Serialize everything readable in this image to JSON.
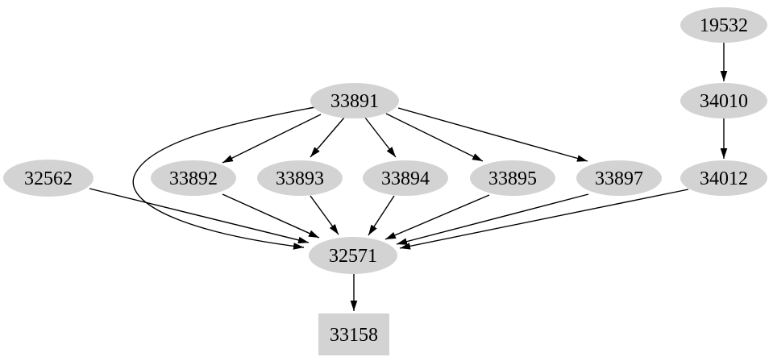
{
  "diagram": {
    "type": "directed-graph",
    "background_color": "#ffffff",
    "node_fill_color": "#d3d3d3",
    "node_text_color": "#000000",
    "edge_color": "#000000",
    "nodes": [
      {
        "id": "19532",
        "label": "19532",
        "shape": "ellipse"
      },
      {
        "id": "34010",
        "label": "34010",
        "shape": "ellipse"
      },
      {
        "id": "34012",
        "label": "34012",
        "shape": "ellipse"
      },
      {
        "id": "33891",
        "label": "33891",
        "shape": "ellipse"
      },
      {
        "id": "32562",
        "label": "32562",
        "shape": "ellipse"
      },
      {
        "id": "33892",
        "label": "33892",
        "shape": "ellipse"
      },
      {
        "id": "33893",
        "label": "33893",
        "shape": "ellipse"
      },
      {
        "id": "33894",
        "label": "33894",
        "shape": "ellipse"
      },
      {
        "id": "33895",
        "label": "33895",
        "shape": "ellipse"
      },
      {
        "id": "33897",
        "label": "33897",
        "shape": "ellipse"
      },
      {
        "id": "32571",
        "label": "32571",
        "shape": "ellipse"
      },
      {
        "id": "33158",
        "label": "33158",
        "shape": "box"
      }
    ],
    "edges": [
      {
        "from": "19532",
        "to": "34010"
      },
      {
        "from": "34010",
        "to": "34012"
      },
      {
        "from": "34012",
        "to": "32571"
      },
      {
        "from": "33891",
        "to": "33892"
      },
      {
        "from": "33891",
        "to": "33893"
      },
      {
        "from": "33891",
        "to": "33894"
      },
      {
        "from": "33891",
        "to": "33895"
      },
      {
        "from": "33891",
        "to": "33897"
      },
      {
        "from": "33891",
        "to": "32571"
      },
      {
        "from": "32562",
        "to": "32571"
      },
      {
        "from": "33892",
        "to": "32571"
      },
      {
        "from": "33893",
        "to": "32571"
      },
      {
        "from": "33894",
        "to": "32571"
      },
      {
        "from": "33895",
        "to": "32571"
      },
      {
        "from": "33897",
        "to": "32571"
      },
      {
        "from": "32571",
        "to": "33158"
      }
    ]
  }
}
